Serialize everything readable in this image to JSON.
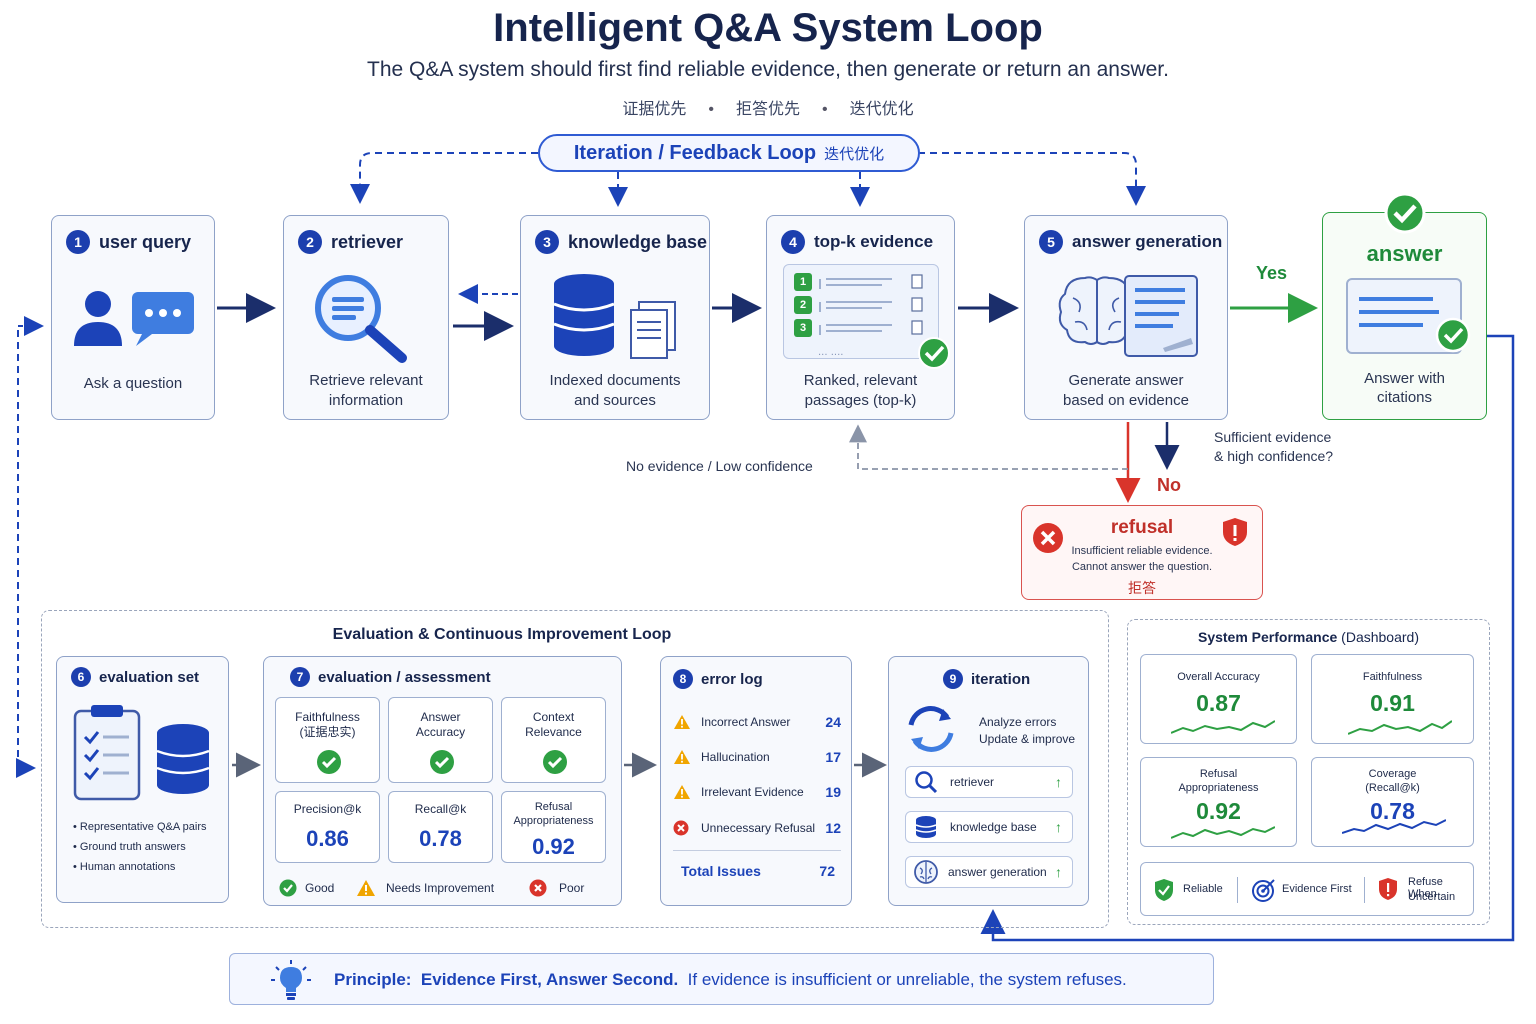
{
  "header": {
    "title": "Intelligent Q&A System Loop",
    "subtitle": "The Q&A system should first find reliable evidence, then generate or return an answer.",
    "tags": [
      "证据优先",
      "拒答优先",
      "迭代优化"
    ]
  },
  "feedback_loop": {
    "label": "Iteration / Feedback Loop",
    "label_cn": "迭代优化"
  },
  "pipeline": [
    {
      "num": "1",
      "title": "user query",
      "caption": "Ask a question",
      "icon": "user-chat-icon"
    },
    {
      "num": "2",
      "title": "retriever",
      "caption_l1": "Retrieve relevant",
      "caption_l2": "information",
      "icon": "magnifier-icon"
    },
    {
      "num": "3",
      "title": "knowledge base",
      "caption_l1": "Indexed documents",
      "caption_l2": "and sources",
      "icon": "database-docs-icon"
    },
    {
      "num": "4",
      "title": "top-k evidence",
      "caption_l1": "Ranked, relevant",
      "caption_l2": "passages (top-k)",
      "icon": "ranked-list-icon",
      "ranks": [
        "1",
        "2",
        "3"
      ]
    },
    {
      "num": "5",
      "title": "answer generation",
      "caption_l1": "Generate answer",
      "caption_l2": "based on evidence",
      "icon": "brain-doc-icon"
    }
  ],
  "answer": {
    "title": "answer",
    "caption_l1": "Answer with",
    "caption_l2": "citations",
    "icon": "check-document-icon"
  },
  "branch": {
    "yes": "Yes",
    "no": "No",
    "question_l1": "Sufficient evidence",
    "question_l2": "& high confidence?",
    "low_confidence": "No evidence / Low confidence"
  },
  "refusal": {
    "title": "refusal",
    "line1": "Insufficient reliable evidence.",
    "line2": "Cannot answer the question.",
    "cn": "拒答"
  },
  "eval_loop": {
    "title": "Evaluation & Continuous Improvement Loop",
    "eval_set": {
      "num": "6",
      "title": "evaluation set",
      "bullets": [
        "Representative Q&A pairs",
        "Ground truth answers",
        "Human annotations"
      ]
    },
    "assessment": {
      "num": "7",
      "title": "evaluation / assessment",
      "metrics_check": [
        {
          "l1": "Faithfulness",
          "l2": "(证据忠实)"
        },
        {
          "l1": "Answer",
          "l2": "Accuracy"
        },
        {
          "l1": "Context",
          "l2": "Relevance"
        }
      ],
      "metrics_value": [
        {
          "l1": "Precision@k",
          "l2": "",
          "value": "0.86"
        },
        {
          "l1": "Recall@k",
          "l2": "",
          "value": "0.78"
        },
        {
          "l1": "Refusal",
          "l2": "Appropriateness",
          "value": "0.92"
        }
      ],
      "legend": {
        "good": "Good",
        "needs": "Needs Improvement",
        "poor": "Poor"
      }
    },
    "error_log": {
      "num": "8",
      "title": "error log",
      "rows": [
        {
          "label": "Incorrect Answer",
          "count": "24",
          "icon": "warning-icon"
        },
        {
          "label": "Hallucination",
          "count": "17",
          "icon": "warning-icon"
        },
        {
          "label": "Irrelevant Evidence",
          "count": "19",
          "icon": "warning-icon"
        },
        {
          "label": "Unnecessary Refusal",
          "count": "12",
          "icon": "error-x-icon"
        }
      ],
      "total_label": "Total Issues",
      "total": "72"
    },
    "iteration": {
      "num": "9",
      "title": "iteration",
      "desc_l1": "Analyze errors",
      "desc_l2": "Update & improve",
      "items": [
        "retriever",
        "knowledge base",
        "answer generation"
      ]
    }
  },
  "dashboard": {
    "title": "System Performance",
    "title_suffix": "(Dashboard)",
    "cards": [
      {
        "l1": "Overall Accuracy",
        "l2": "",
        "value": "0.87",
        "color": "#1e8a3a"
      },
      {
        "l1": "Faithfulness",
        "l2": "",
        "value": "0.91",
        "color": "#1e8a3a"
      },
      {
        "l1": "Refusal",
        "l2": "Appropriateness",
        "value": "0.92",
        "color": "#1e8a3a"
      },
      {
        "l1": "Coverage",
        "l2": "(Recall@k)",
        "value": "0.78",
        "color": "#1c43b8"
      }
    ],
    "badges": {
      "reliable": "Reliable",
      "evidence": "Evidence First",
      "refuse_l1": "Refuse When",
      "refuse_l2": "Uncertain"
    }
  },
  "principle": {
    "prefix": "Principle:",
    "bold": "Evidence First, Answer Second.",
    "rest": "If evidence is insufficient or unreliable, the system refuses."
  },
  "colors": {
    "primary": "#1c43b8",
    "success": "#2ea043",
    "danger": "#d9342b",
    "warning": "#f0a500"
  }
}
